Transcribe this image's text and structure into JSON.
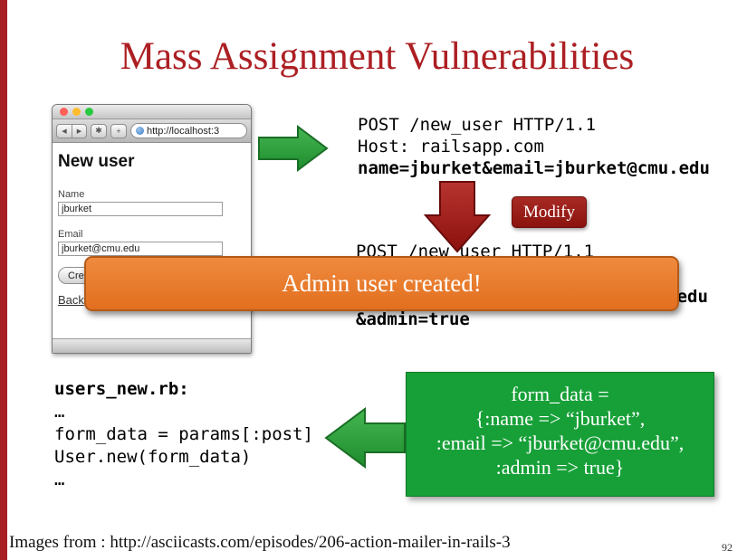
{
  "slide": {
    "title": "Mass Assignment Vulnerabilities",
    "footer": "Images from : http://asciicasts.com/episodes/206-action-mailer-in-rails-3",
    "page_number": "92"
  },
  "colors": {
    "accent_red": "#AC1F23",
    "arrow_green": "#2FA33C",
    "arrow_red": "#A11815",
    "banner_orange": "#E8772E",
    "box_green": "#17A038"
  },
  "browser": {
    "url": "http://localhost:3",
    "page_heading": "New user",
    "name_label": "Name",
    "name_value": "jburket",
    "email_label": "Email",
    "email_value": "jburket@cmu.edu",
    "create_button_label": "Create User",
    "back_link_label": "Back"
  },
  "request_original": {
    "line1": "POST /new_user HTTP/1.1",
    "line2": "Host: railsapp.com",
    "line3": "name=jburket&email=jburket@cmu.edu"
  },
  "modify_button_label": "Modify",
  "request_modified": {
    "line1": "POST /new_user HTTP/1.1",
    "line3": "name=jburket&email=jburket@cmu.edu",
    "line4": "&admin=true"
  },
  "banner": {
    "text": "Admin user created!"
  },
  "code_block": {
    "line1": "users_new.rb:",
    "line2": "…",
    "line3": "form_data = params[:post]",
    "line4": "User.new(form_data)",
    "line5": "…"
  },
  "form_data_box": {
    "line1": "form_data =",
    "line2": "{:name => “jburket”,",
    "line3": ":email => “jburket@cmu.edu”,",
    "line4": ":admin => true}"
  }
}
